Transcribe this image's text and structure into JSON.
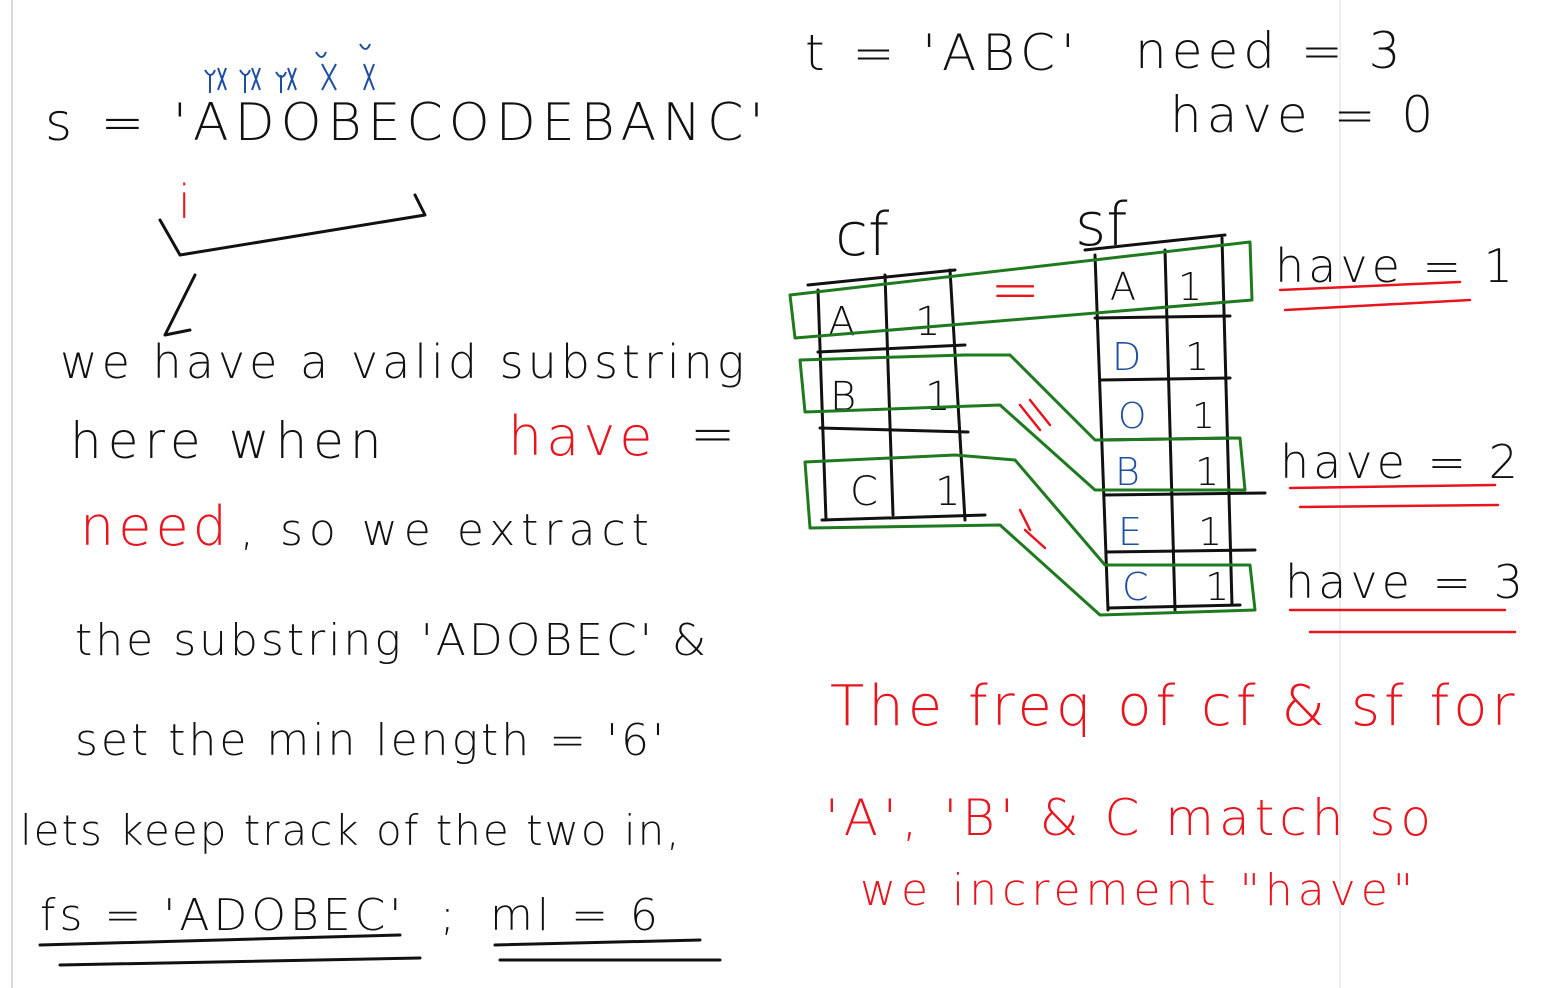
{
  "s_line": "s = 'ADOBECODEBANC'",
  "pointer": "i",
  "t_line": "t = 'ABC'",
  "need_line": "need = 3",
  "have_line": "have = 0",
  "cf_label": "cf",
  "sf_label": "sf",
  "cf_rows": [
    {
      "char": "A",
      "count": "1"
    },
    {
      "char": "B",
      "count": "1"
    },
    {
      "char": "C",
      "count": "1"
    }
  ],
  "sf_rows": [
    {
      "char": "A",
      "count": "1"
    },
    {
      "char": "D",
      "count": "1"
    },
    {
      "char": "O",
      "count": "1"
    },
    {
      "char": "B",
      "count": "1"
    },
    {
      "char": "E",
      "count": "1"
    },
    {
      "char": "C",
      "count": "1"
    }
  ],
  "equals_mark": "=",
  "have_updates": [
    "have = 1",
    "have = 2",
    "have = 3"
  ],
  "note_lines": [
    "we have a valid substring",
    "here when",
    "have",
    "=",
    "need",
    ", so we extract",
    "the substring 'ADOBEC' &",
    "set the min length = '6'",
    "lets keep track of the two in,",
    "fs = 'ADOBEC'",
    ";",
    "ml = 6"
  ],
  "red_note": [
    "The freq of cf & sf for",
    "'A', 'B' & C match so",
    "we increment \"have\""
  ],
  "colors": {
    "ink": "#111111",
    "highlight": "#e8141e",
    "group_box": "#1f7a1f",
    "window_chars": "#1e4ea0"
  }
}
